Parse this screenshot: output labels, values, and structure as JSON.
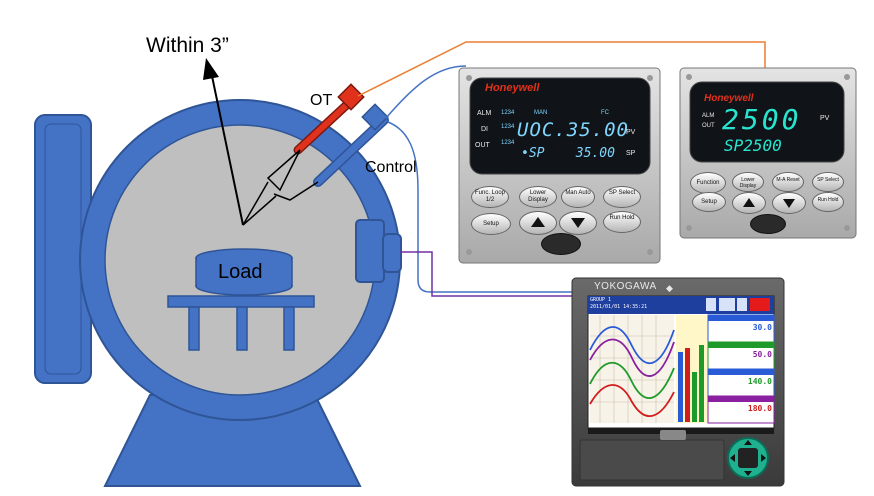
{
  "annotations": {
    "distance": "Within 3”",
    "ot": "OT",
    "control": "Control",
    "load": "Load"
  },
  "controller_left": {
    "brand": "Honeywell",
    "ind_alm": "ALM",
    "ind_di": "DI",
    "ind_out": "OUT",
    "num_alm": "1234",
    "num_di": "1234",
    "num_out": "1234",
    "mode_man": "MAN",
    "mode_fc": "FC",
    "upper_display": "UOC.35.00",
    "lower_display": "•SP    35.00",
    "pv": "PV",
    "sp": "SP",
    "keys": {
      "func_loop": "Func. Loop 1/2",
      "lower_display": "Lower Display",
      "man_auto": "Man Auto",
      "sp_select": "SP Select",
      "setup": "Setup",
      "run_hold": "Run Hold"
    }
  },
  "controller_right": {
    "brand": "Honeywell",
    "ind_alm": "ALM",
    "ind_out": "OUT",
    "upper_display": "2500",
    "lower_display": "SP2500",
    "pv": "PV",
    "keys": {
      "function": "Function",
      "lower_display": "Lower Display",
      "m_a_reset": "M-A Reset",
      "sp_select": "SP Select",
      "setup": "Setup",
      "run_hold": "Run Hold"
    }
  },
  "recorder": {
    "brand": "YOKOGAWA",
    "group": "GROUP 1",
    "datetime": "2011/01/01 14:35:21",
    "channels": [
      {
        "value": "30.0",
        "color": "#2a5bd7"
      },
      {
        "value": "50.0",
        "color": "#8a1fa0"
      },
      {
        "value": "140.0",
        "color": "#1e9a2a"
      },
      {
        "value": "180.0",
        "color": "#d01e1e"
      }
    ]
  },
  "colors": {
    "vessel": "#4472c4",
    "vessel_dark": "#2f5597",
    "interior": "#bfbfbf",
    "ot_wire": "#ed7d31",
    "control_wire": "#4472c4",
    "recorder_wire": "#7030a0",
    "ot_probe": "#e0311c",
    "lcd_left": "#7fd7ff",
    "lcd_right": "#28e5d0"
  }
}
